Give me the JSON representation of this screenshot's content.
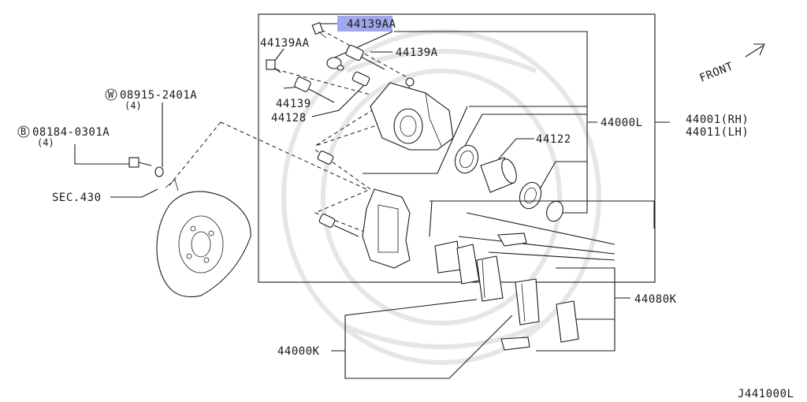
{
  "diagram": {
    "selected_callout": "44139AA",
    "front_label": "FRONT",
    "drawing_code": "J441000L",
    "callouts": {
      "c44139AA_top": "44139AA",
      "c44139AA_left": "44139AA",
      "c44139A": "44139A",
      "c44139": "44139",
      "c44128": "44128",
      "c44000L": "44000L",
      "c44001RH": "44001(RH)",
      "c44011LH": "44011(LH)",
      "c44122": "44122",
      "c44080K": "44080K",
      "c44000K": "44000K",
      "sec430": "SEC.430",
      "washer_prefix": "W",
      "washer_part": "08915-2401A",
      "washer_qty": "(4)",
      "bolt_prefix": "B",
      "bolt_part": "08184-0301A",
      "bolt_qty": "(4)"
    }
  }
}
